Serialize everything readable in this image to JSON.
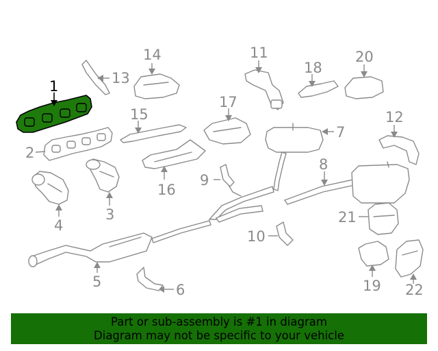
{
  "diagram": {
    "highlighted_part": "1",
    "callouts": {
      "c1": "1",
      "c2": "2",
      "c3": "3",
      "c4": "4",
      "c5": "5",
      "c6": "6",
      "c7": "7",
      "c8": "8",
      "c9": "9",
      "c10": "10",
      "c11": "11",
      "c12": "12",
      "c13": "13",
      "c14": "14",
      "c15": "15",
      "c16": "16",
      "c17": "17",
      "c18": "18",
      "c19": "19",
      "c20": "20",
      "c21": "21",
      "c22": "22"
    },
    "colors": {
      "line_art": "#8a8a8a",
      "highlight_fill": "#1f7a0c",
      "highlight_outline": "#000000",
      "banner_background": "#157006"
    }
  },
  "notice": {
    "line1": "Part or sub-assembly is #1 in diagram",
    "line2": "Diagram may not be specific to your vehicle"
  }
}
